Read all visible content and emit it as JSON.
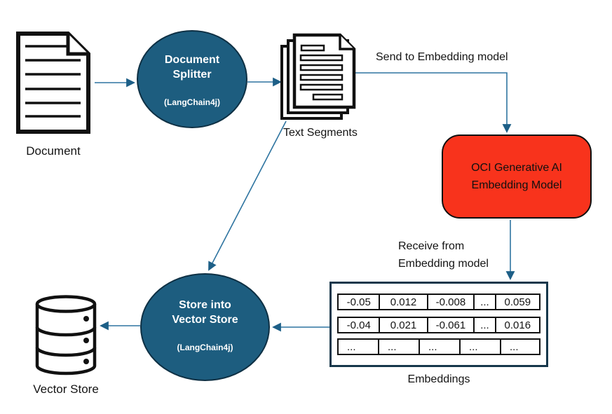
{
  "diagram": {
    "nodes": {
      "document": {
        "label": "Document"
      },
      "document_splitter": {
        "title_lines": [
          "Document",
          "Splitter"
        ],
        "subtitle": "(LangChain4j)"
      },
      "text_segments": {
        "label": "Text Segments"
      },
      "embedding_model": {
        "title_lines": [
          "OCI Generative AI",
          "Embedding Model"
        ]
      },
      "store_vector": {
        "title_lines": [
          "Store into",
          "Vector Store"
        ],
        "subtitle": "(LangChain4j)"
      },
      "vector_store": {
        "label": "Vector Store"
      },
      "embeddings": {
        "label": "Embeddings",
        "rows": [
          [
            "-0.05",
            "0.012",
            "-0.008",
            "...",
            "0.059"
          ],
          [
            "-0.04",
            "0.021",
            "-0.061",
            "...",
            "0.016"
          ],
          [
            "...",
            "...",
            "...",
            "...",
            "..."
          ]
        ]
      }
    },
    "edge_labels": {
      "send": "Send to Embedding model",
      "receive_lines": [
        "Receive from",
        "Embedding model"
      ]
    },
    "colors": {
      "node_teal": "#1D5D7F",
      "node_red": "#F8331C",
      "arrow_line": "#2E74A0",
      "arrow_head": "#1D5F87",
      "table_border": "#16374B"
    }
  }
}
